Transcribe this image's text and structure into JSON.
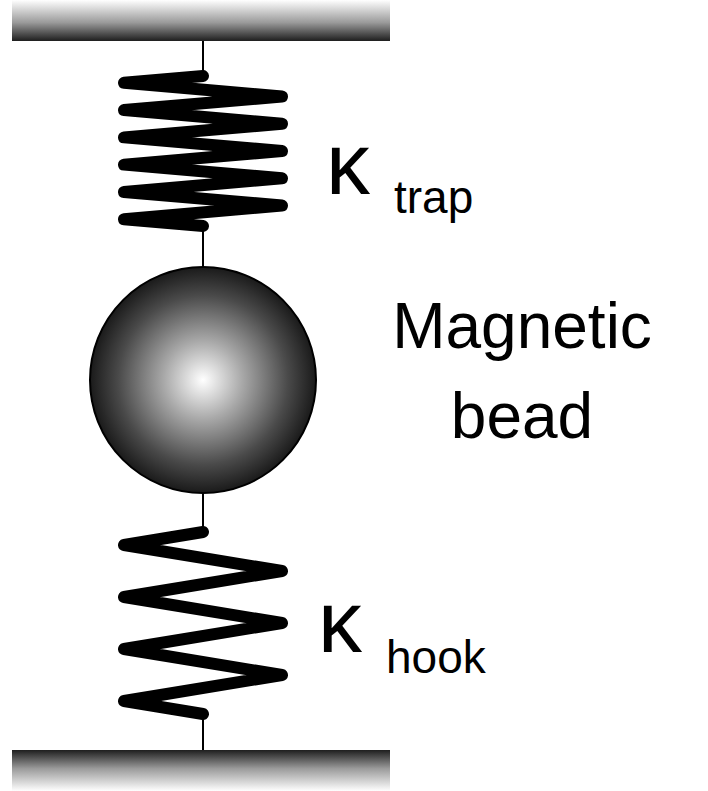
{
  "diagram": {
    "labels": [
      "κ",
      "trap",
      "Magnetic bead",
      "κ",
      "hook"
    ]
  }
}
